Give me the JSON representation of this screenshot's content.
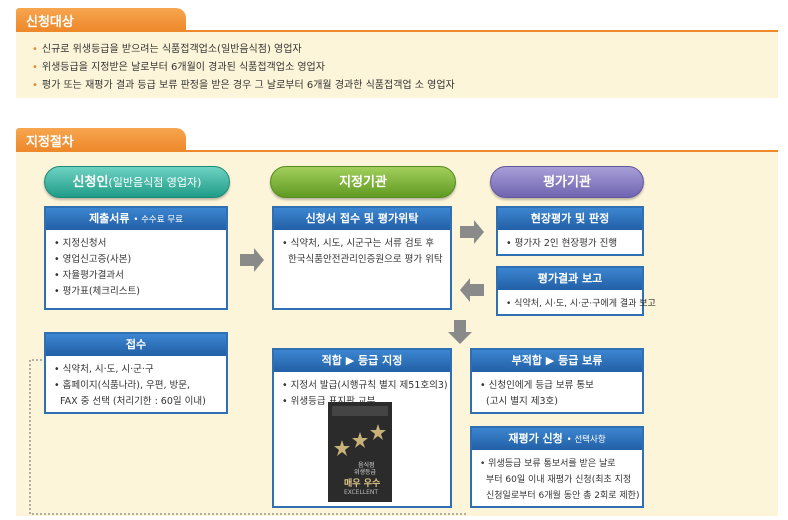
{
  "section1": {
    "title": "신청대상",
    "items": [
      "신규로 위생등급을 받으려는 식품접객업소(일반음식점) 영업자",
      "위생등급을 지정받은 날로부터 6개월이 경과된 식품접객업소 영업자",
      "평가 또는 재평가 결과 등급 보류 판정을 받은 경우 그 날로부터 6개월 경과한 식품접객업 소 영업자"
    ]
  },
  "section2": {
    "title": "지정절차",
    "pill_applicant": {
      "main": "신청인",
      "sub": "(일반음식점 영업자)"
    },
    "pill_designator": "지정기관",
    "pill_evaluator": "평가기관",
    "box_documents": {
      "title": "제출서류",
      "note": "• 수수료 무료",
      "items": [
        "• 지정신청서",
        "• 영업신고증(사본)",
        "• 자율평가결과서",
        "• 평가표(체크리스트)"
      ]
    },
    "box_receipt": {
      "title": "접수",
      "items": [
        "• 식약처, 시·도, 시·군·구",
        "• 홈페이지(식품나라), 우편, 방문,",
        "FAX 중 선택 (처리기한 : 60일 이내)"
      ]
    },
    "box_review": {
      "title": "신청서 접수 및 평가위탁",
      "items": [
        "• 식약처, 시도, 시군구는 서류 검토 후",
        "한국식품안전관리인증원으로 평가 위탁"
      ]
    },
    "box_onsite": {
      "title": "현장평가 및 판정",
      "items": [
        "• 평가자 2인 현장평가 진행"
      ]
    },
    "box_report": {
      "title": "평가결과 보고",
      "items": [
        "• 식약처, 시·도, 시·군·구에게 결과 보고"
      ]
    },
    "box_pass": {
      "title": "적합 ▶ 등급 지정",
      "items": [
        "• 지정서 발급(시행규칙 별지 제51호의3)",
        "• 위생등급 표지판 교부"
      ]
    },
    "box_fail": {
      "title": "부적합 ▶ 등급 보류",
      "items": [
        "• 신청인에게 등급 보류 통보",
        "(고시 별지 제3호)"
      ]
    },
    "box_reeval": {
      "title": "재평가 신청",
      "note": "• 선택사항",
      "items": [
        "• 위생등급 보류 통보서를 받은 날로",
        "부터 60일 이내 재평가 신청(최초 지정",
        "신청일로부터 6개월 동안 총 2회로 제한)"
      ]
    },
    "poster": {
      "line1": "음식점",
      "line2": "위생등급",
      "grade": "매우 우수",
      "grade_en": "EXCELLENT"
    }
  },
  "colors": {
    "orange": "#ee8a2c",
    "blue": "#2f6fb3",
    "panel": "#fdf5d9"
  }
}
